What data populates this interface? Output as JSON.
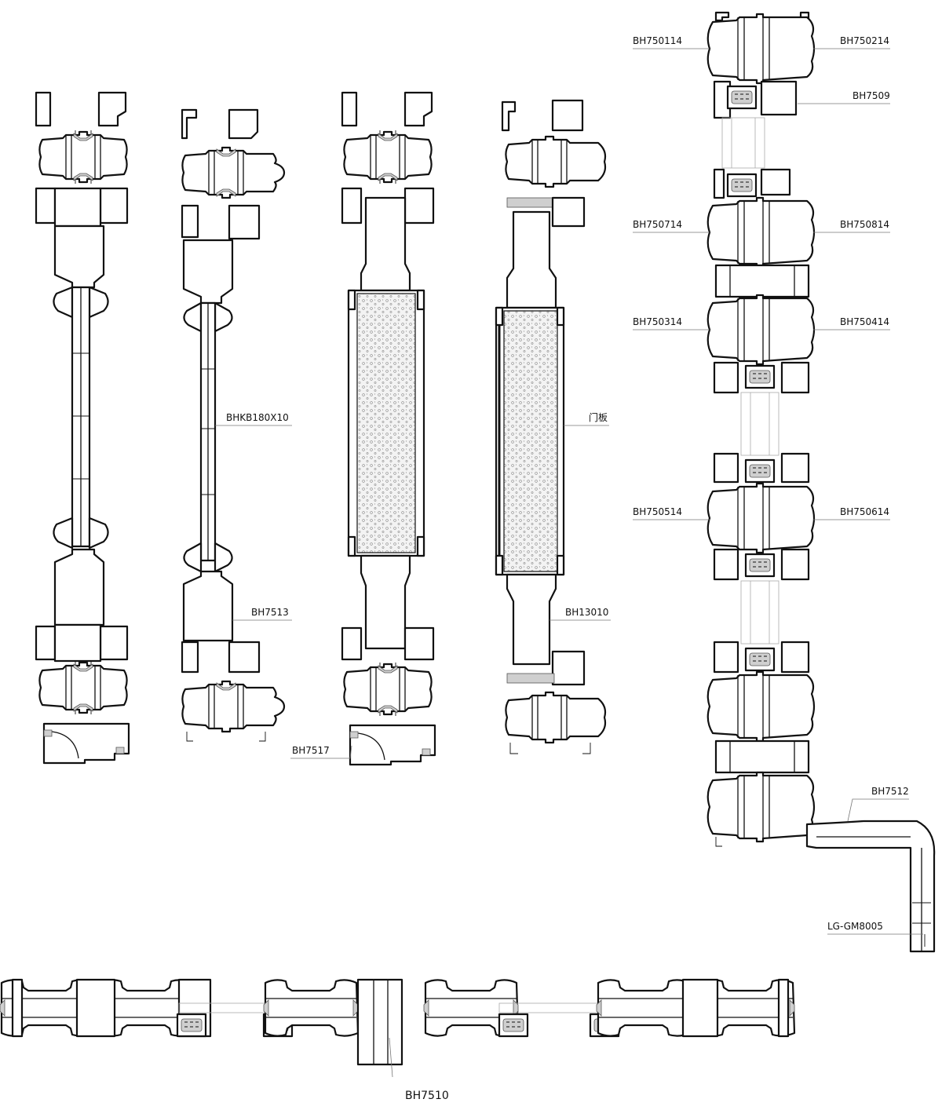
{
  "labels": {
    "bh750114": "BH750114",
    "bh750214": "BH750214",
    "bh7509": "BH7509",
    "bh750714": "BH750714",
    "bh750814": "BH750814",
    "bh750314": "BH750314",
    "bh750414": "BH750414",
    "bhkb180x10": "BHKB180X10",
    "door_panel": "门板",
    "bh750514": "BH750514",
    "bh750614": "BH750614",
    "bh7513": "BH7513",
    "bh13010": "BH13010",
    "bh7517": "BH7517",
    "bh7512": "BH7512",
    "lg_gm8005": "LG-GM8005",
    "bh7510": "BH7510"
  },
  "colors": {
    "line": "#111111",
    "gasket": "#cfcfcf",
    "leader": "#777777"
  }
}
